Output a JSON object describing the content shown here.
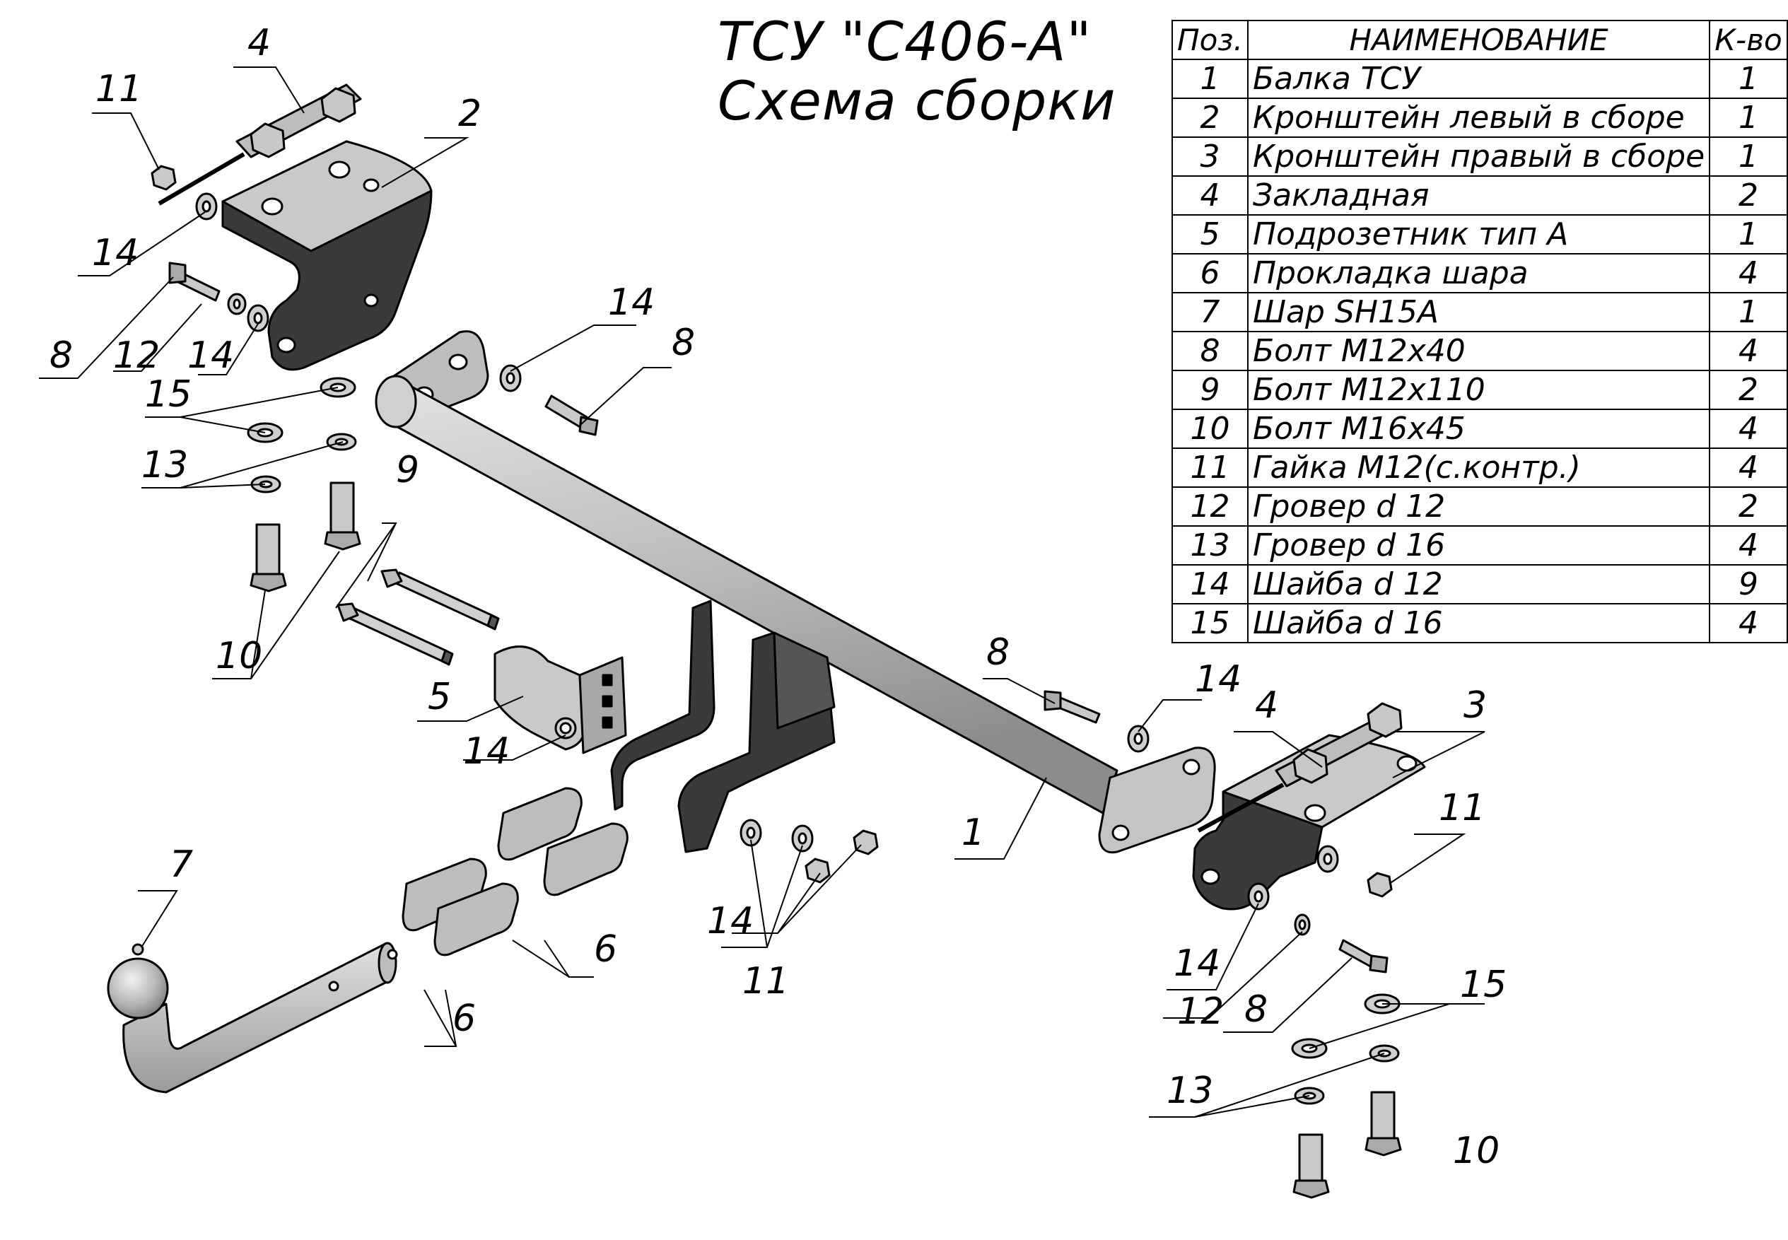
{
  "title": {
    "line1": "ТСУ \"С406-А\"",
    "line2": "Схема сборки"
  },
  "spec_table": {
    "headers": {
      "pos": "Поз.",
      "name": "НАИМЕНОВАНИЕ",
      "qty": "К-во"
    },
    "rows": [
      {
        "pos": "1",
        "name": "Балка ТСУ",
        "qty": "1"
      },
      {
        "pos": "2",
        "name": "Кронштейн левый в сборе",
        "qty": "1"
      },
      {
        "pos": "3",
        "name": "Кронштейн правый в сборе",
        "qty": "1"
      },
      {
        "pos": "4",
        "name": "Закладная",
        "qty": "2"
      },
      {
        "pos": "5",
        "name": "Подрозетник тип А",
        "qty": "1"
      },
      {
        "pos": "6",
        "name": "Прокладка шара",
        "qty": "4"
      },
      {
        "pos": "7",
        "name": "Шар SH15A",
        "qty": "1"
      },
      {
        "pos": "8",
        "name": "Болт М12х40",
        "qty": "4"
      },
      {
        "pos": "9",
        "name": "Болт М12х110",
        "qty": "2"
      },
      {
        "pos": "10",
        "name": "Болт М16х45",
        "qty": "4"
      },
      {
        "pos": "11",
        "name": "Гайка М12(с.контр.)",
        "qty": "4"
      },
      {
        "pos": "12",
        "name": "Гровер d 12",
        "qty": "2"
      },
      {
        "pos": "13",
        "name": "Гровер d 16",
        "qty": "4"
      },
      {
        "pos": "14",
        "name": "Шайба d 12",
        "qty": "9"
      },
      {
        "pos": "15",
        "name": "Шайба d 16",
        "qty": "4"
      }
    ]
  },
  "callouts": {
    "c1": "1",
    "c2": "2",
    "c3": "3",
    "c4a": "4",
    "c4b": "4",
    "c5": "5",
    "c6a": "6",
    "c6b": "6",
    "c7": "7",
    "c8a": "8",
    "c8b": "8",
    "c8c": "8",
    "c8d": "8",
    "c9": "9",
    "c10a": "10",
    "c10b": "10",
    "c11a": "11",
    "c11b": "11",
    "c11c": "11",
    "c12a": "12",
    "c12b": "12",
    "c13a": "13",
    "c13b": "13",
    "c14a": "14",
    "c14b": "14",
    "c14c": "14",
    "c14d": "14",
    "c14e": "14",
    "c14f": "14",
    "c14g": "14",
    "c15a": "15",
    "c15b": "15"
  },
  "colors": {
    "metal_light": "#c9c9c9",
    "metal_mid": "#a8a8a8",
    "metal_dark": "#3a3a3a",
    "outline": "#000000"
  }
}
